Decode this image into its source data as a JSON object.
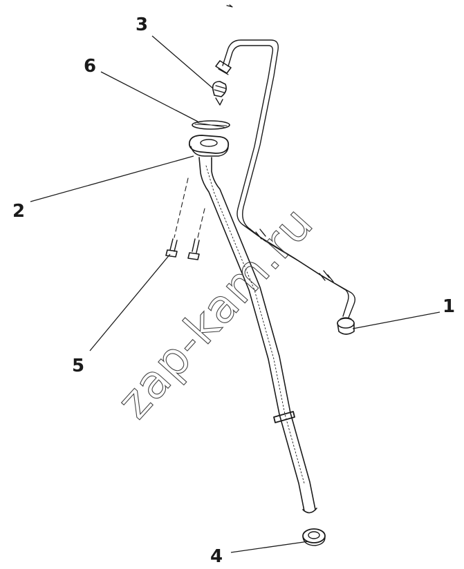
{
  "diagram": {
    "callouts": [
      {
        "id": "1",
        "label": "1"
      },
      {
        "id": "2",
        "label": "2"
      },
      {
        "id": "3",
        "label": "3"
      },
      {
        "id": "4",
        "label": "4"
      },
      {
        "id": "5",
        "label": "5"
      },
      {
        "id": "6",
        "label": "6"
      }
    ],
    "watermark": "zap-kam.ru",
    "colors": {
      "ink": "#1a1a1a",
      "background": "#ffffff"
    }
  }
}
